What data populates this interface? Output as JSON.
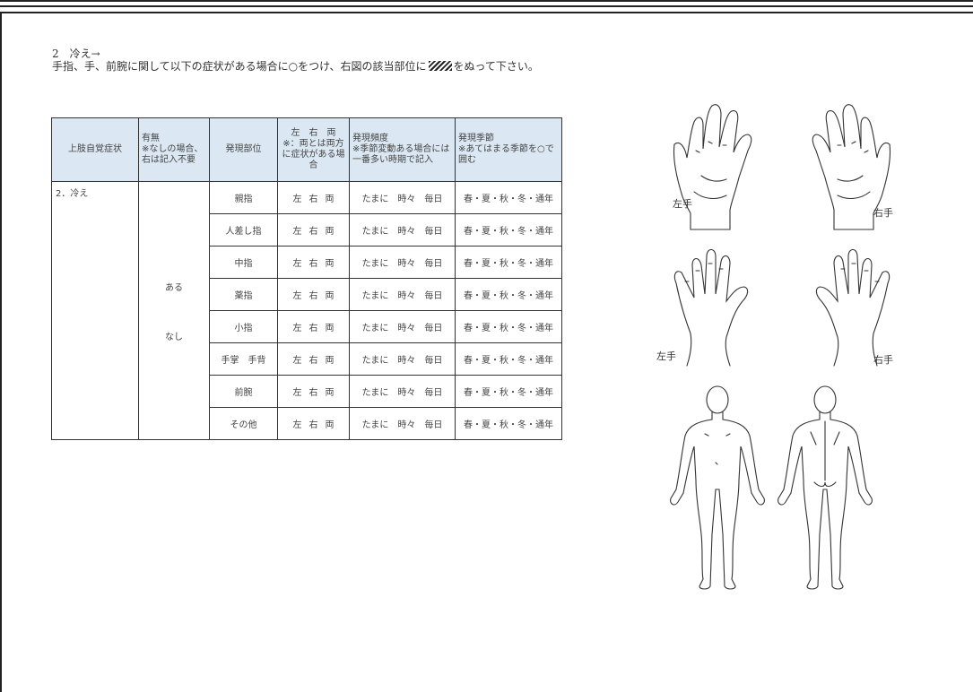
{
  "section": {
    "heading": "2　冷え→",
    "instruction_before": "手指、手、前腕に関して以下の症状がある場合に○をつけ、右図の該当部位に",
    "instruction_after": "をぬって下さい。"
  },
  "table": {
    "headers": [
      "上肢自覚症状",
      "有無\n※なしの場合、右は記入不要",
      "発現部位",
      "左　右　両\n※：両とは両方に症状がある場合",
      "発現頻度\n※季節変動ある場合には一番多い時期で記入",
      "発現季節\n※あてはまる季節を○で囲む"
    ],
    "symptom_label": "2．冷え",
    "presence_options": [
      "ある",
      "なし"
    ],
    "side_options": [
      "左",
      "右",
      "両"
    ],
    "frequency_options": "たまに　時々　毎日",
    "season_options": "春・夏・秋・冬・通年",
    "rows": [
      {
        "part": "親指"
      },
      {
        "part": "人差し指"
      },
      {
        "part": "中指"
      },
      {
        "part": "薬指"
      },
      {
        "part": "小指"
      },
      {
        "part": "手掌　手背"
      },
      {
        "part": "前腕"
      },
      {
        "part": "その他"
      }
    ]
  },
  "figures": {
    "palm_left_label": "左手",
    "palm_right_label": "右手",
    "back_left_label": "左手",
    "back_right_label": "右手"
  }
}
